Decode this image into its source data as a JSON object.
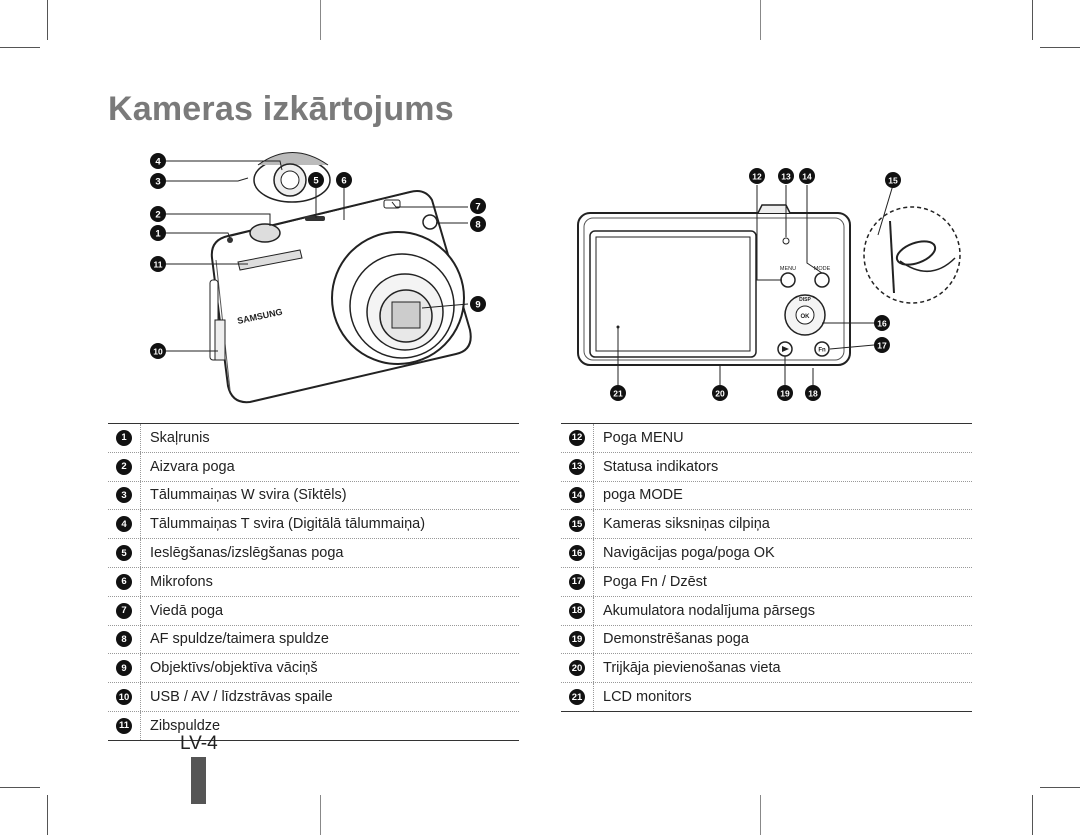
{
  "page": {
    "title": "Kameras izkārtojums",
    "page_number": "LV-4"
  },
  "front_callouts": [
    "1",
    "2",
    "3",
    "4",
    "5",
    "6",
    "7",
    "8",
    "9",
    "10",
    "11"
  ],
  "back_callouts": [
    "12",
    "13",
    "14",
    "15",
    "16",
    "17",
    "18",
    "19",
    "20",
    "21"
  ],
  "camera_labels": {
    "brand": "SAMSUNG",
    "menu": "MENU",
    "mode": "MODE",
    "disp": "DISP",
    "ok": "OK",
    "fn": "Fn"
  },
  "left_table": [
    {
      "num": "1",
      "label": "Skaļrunis"
    },
    {
      "num": "2",
      "label": "Aizvara poga"
    },
    {
      "num": "3",
      "label": "Tālummaiņas W svira (Sīktēls)"
    },
    {
      "num": "4",
      "label": "Tālummaiņas T svira (Digitālā tālummaiņa)"
    },
    {
      "num": "5",
      "label": "Ieslēgšanas/izslēgšanas poga"
    },
    {
      "num": "6",
      "label": "Mikrofons"
    },
    {
      "num": "7",
      "label": "Viedā poga"
    },
    {
      "num": "8",
      "label": "AF spuldze/taimera spuldze"
    },
    {
      "num": "9",
      "label": "Objektīvs/objektīva vāciņš"
    },
    {
      "num": "10",
      "label": "USB / AV / līdzstrāvas spaile"
    },
    {
      "num": "11",
      "label": "Zibspuldze"
    }
  ],
  "right_table": [
    {
      "num": "12",
      "label": "Poga MENU"
    },
    {
      "num": "13",
      "label": "Statusa indikators"
    },
    {
      "num": "14",
      "label": "poga MODE"
    },
    {
      "num": "15",
      "label": "Kameras siksniņas cilpiņa"
    },
    {
      "num": "16",
      "label": "Navigācijas poga/poga OK"
    },
    {
      "num": "17",
      "label": "Poga Fn / Dzēst"
    },
    {
      "num": "18",
      "label": "Akumulatora nodalījuma pārsegs"
    },
    {
      "num": "19",
      "label": "Demonstrēšanas poga"
    },
    {
      "num": "20",
      "label": "Trijkāja pievienošanas vieta"
    },
    {
      "num": "21",
      "label": "LCD monitors"
    }
  ]
}
